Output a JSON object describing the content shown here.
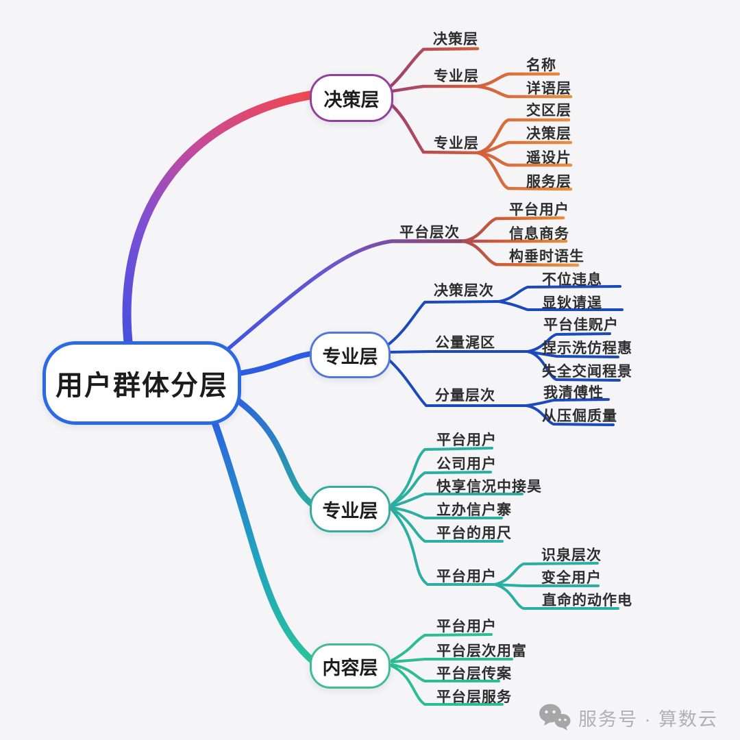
{
  "background": "#f5f5f7",
  "root": {
    "label": "用户群体分层"
  },
  "branches": [
    {
      "label": "决策层",
      "children": [
        {
          "label": "决策层"
        },
        {
          "label": "专业层",
          "children": [
            {
              "label": "名称"
            },
            {
              "label": "详语层"
            }
          ]
        },
        {
          "label": "专业层",
          "children": [
            {
              "label": "交区层"
            },
            {
              "label": "决策层"
            },
            {
              "label": "遥设片"
            },
            {
              "label": "服务层"
            }
          ]
        }
      ]
    },
    {
      "label": "平台层次",
      "children": [
        {
          "label": "平台用户"
        },
        {
          "label": "信息商务"
        },
        {
          "label": "构垂时语生"
        }
      ]
    },
    {
      "label": "专业层",
      "children": [
        {
          "label": "决策层次",
          "children": [
            {
              "label": "不位违息"
            },
            {
              "label": "显钬请逞"
            }
          ]
        },
        {
          "label": "公量浘区",
          "children": [
            {
              "label": "平台佳贶户"
            },
            {
              "label": "捏示洗仿程惠"
            },
            {
              "label": "失全交闻程景"
            }
          ]
        },
        {
          "label": "分量层次",
          "children": [
            {
              "label": "我清傅性"
            },
            {
              "label": "从压倔质量"
            }
          ]
        }
      ]
    },
    {
      "label": "专业层",
      "children": [
        {
          "label": "平台用户"
        },
        {
          "label": "公司用户"
        },
        {
          "label": "快享信况中接昊"
        },
        {
          "label": "立办信户寨"
        },
        {
          "label": "平台的用尺"
        },
        {
          "label": "平台用户",
          "children": [
            {
              "label": "识泉层次"
            },
            {
              "label": "变全用户"
            },
            {
              "label": "直命的动作电"
            }
          ]
        }
      ]
    },
    {
      "label": "内容层",
      "children": [
        {
          "label": "平台用户"
        },
        {
          "label": "平台层次用富"
        },
        {
          "label": "平台层传案"
        },
        {
          "label": "平台层服务"
        }
      ]
    }
  ],
  "watermark": {
    "icon": "wechat-chat-bubbles-icon",
    "text": "服务号 · 算数云"
  },
  "colors": {
    "central_border": "#2b6ae3",
    "branch_decision_node_border": "#93409d",
    "branch_decision_line_start": "#f04850",
    "warm_line": "#e8913d",
    "platform_line": "#d96a2e",
    "professional_blue_line": "#1c49bb",
    "professional_teal_line": "#2bafa0",
    "content_green_line": "#2dbd92",
    "main_gradient_blue": "#3a4fe0",
    "main_gradient_purple": "#7b4fd6"
  }
}
